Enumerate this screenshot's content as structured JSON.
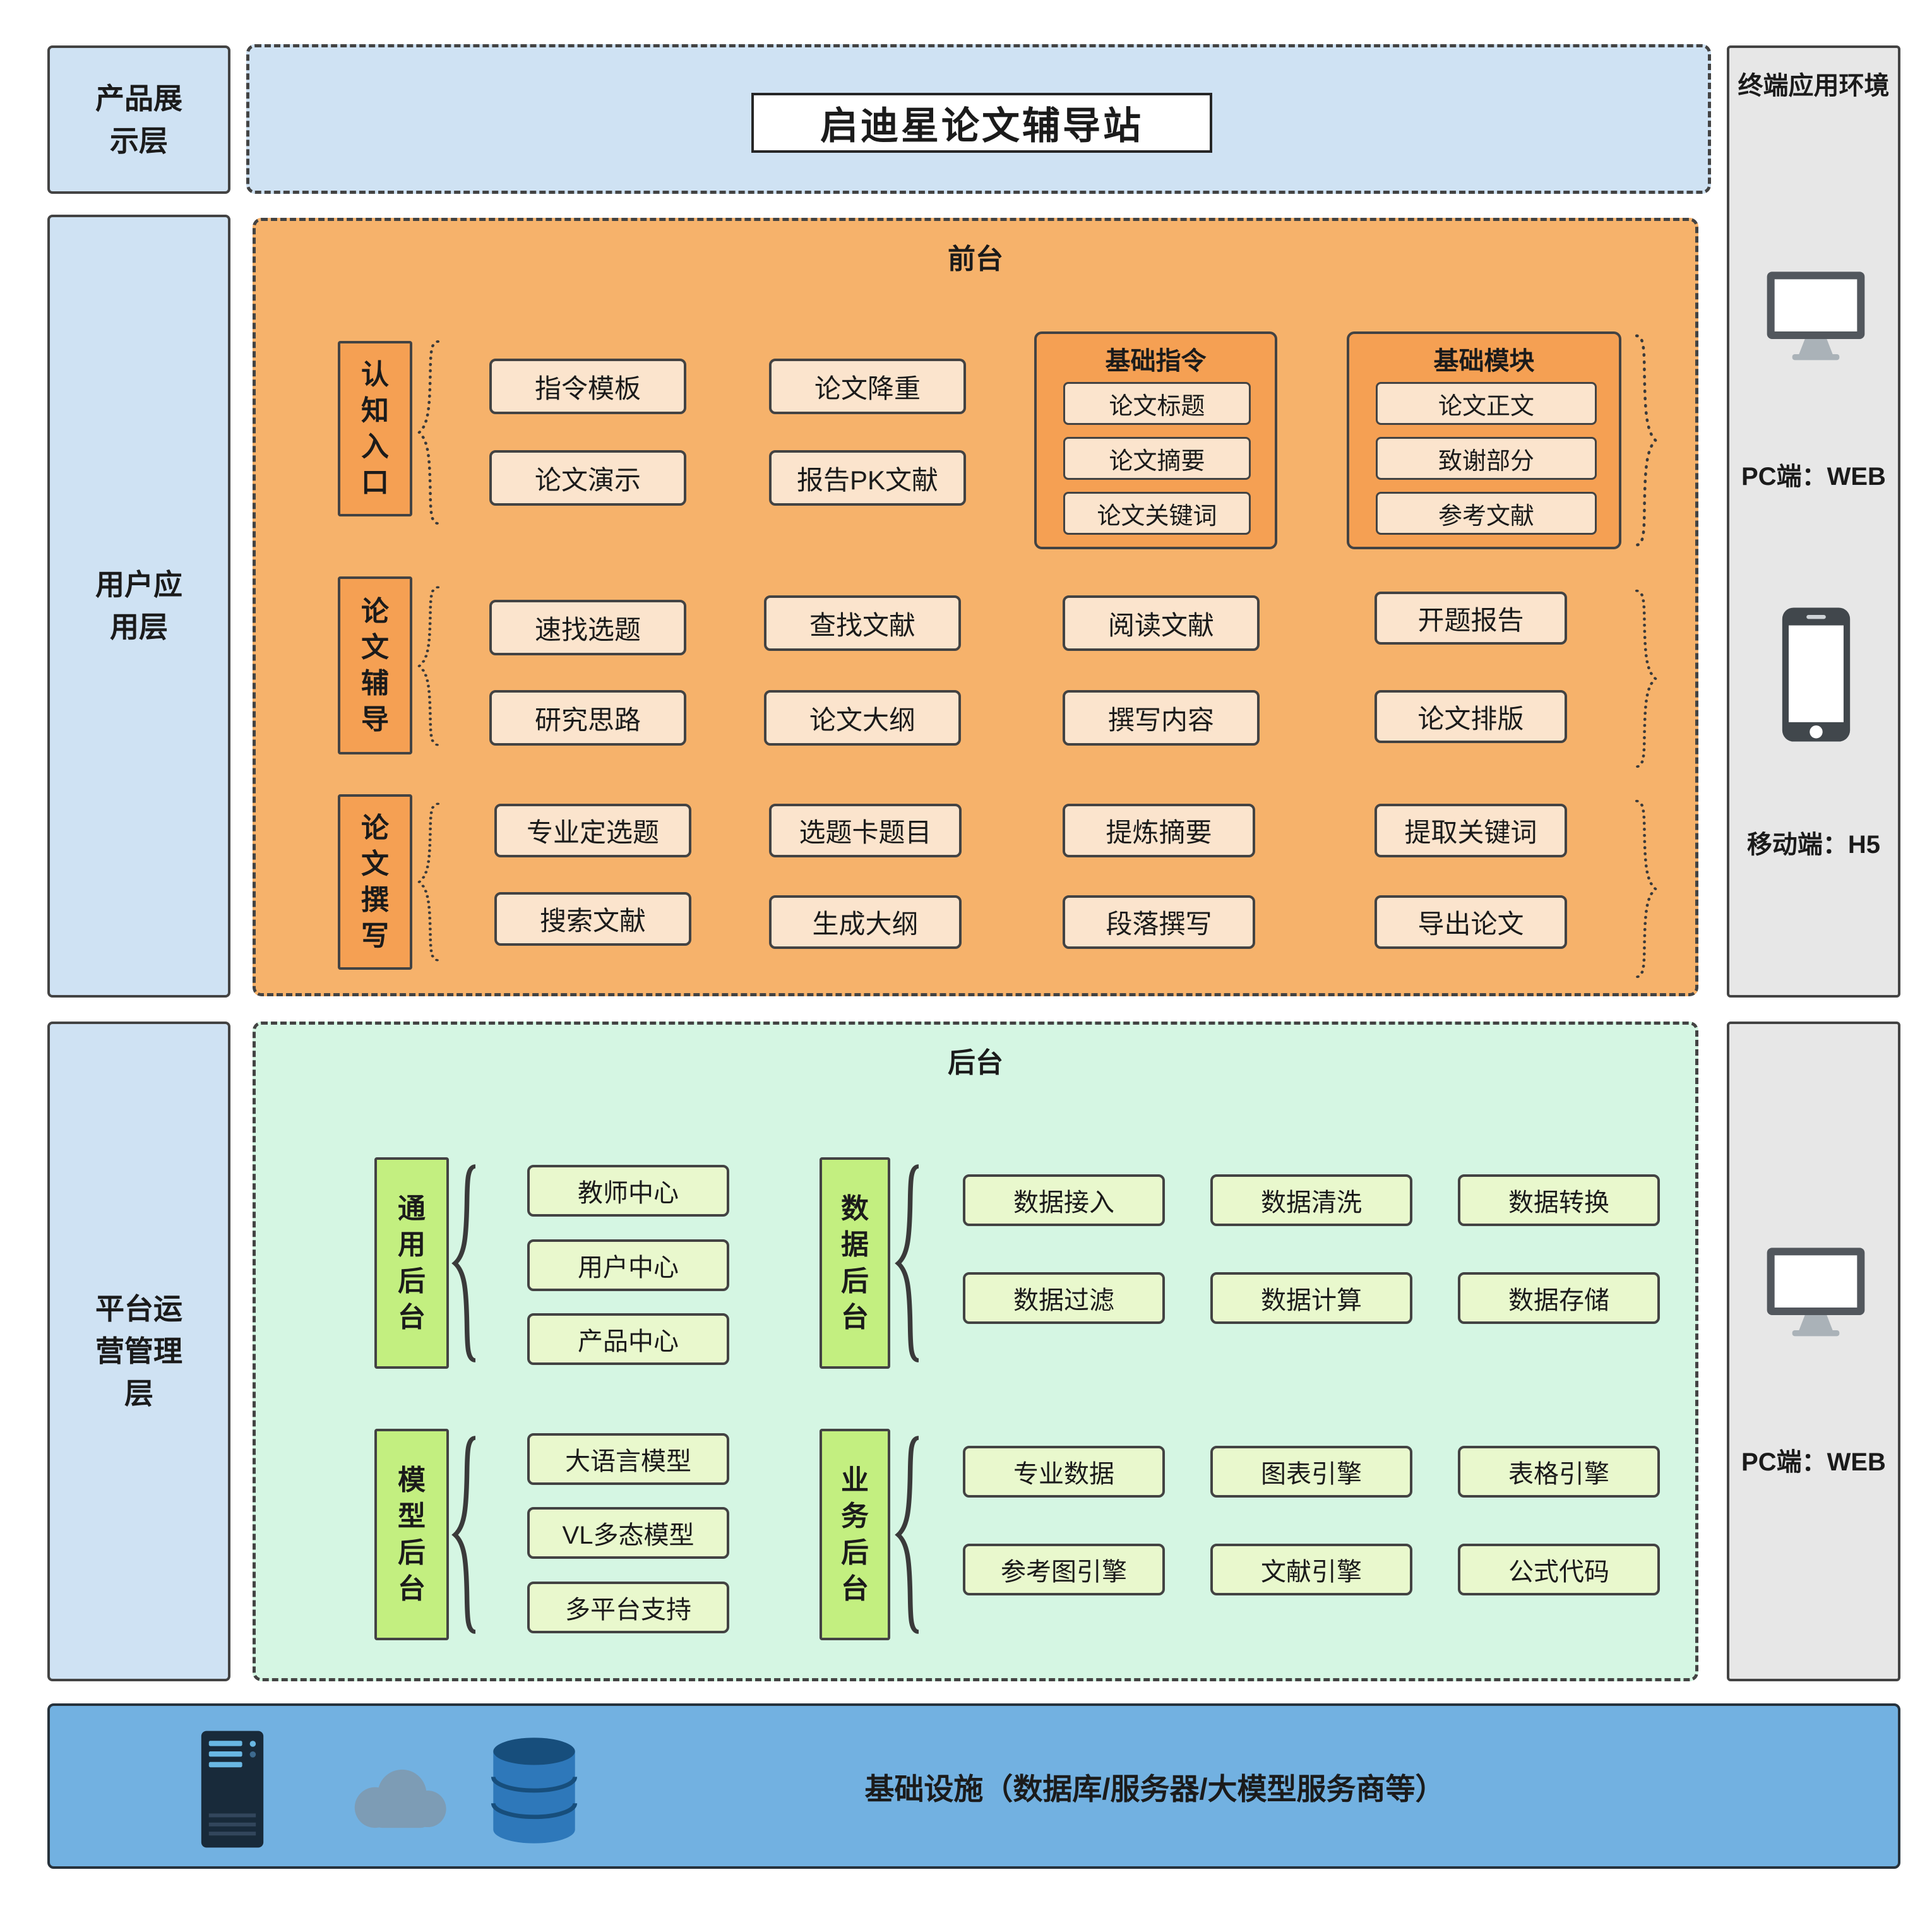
{
  "colors": {
    "layer_blue": "#cfe2f3",
    "frontend_orange": "#f6b26b",
    "frontend_label_orange": "#f5a053",
    "node_cream": "#fbe4cd",
    "backend_green": "#d5f6e3",
    "backend_label_green": "#c3ef80",
    "backend_node_green": "#e9f8cd",
    "panel_gray": "#e7e7e7",
    "infra_blue": "#72b1e1"
  },
  "layers": {
    "product_display": "产品展\n示层",
    "user_application": "用户应\n用层",
    "platform_operations": "平台运\n营管理\n层"
  },
  "banner": {
    "title": "启迪星论文辅导站"
  },
  "frontend": {
    "title": "前台",
    "row1": {
      "label": "认\n知\n入\n口",
      "items": [
        "指令模板",
        "论文演示",
        "论文降重",
        "报告PK文献"
      ],
      "basic_commands": {
        "title": "基础指令",
        "items": [
          "论文标题",
          "论文摘要",
          "论文关键词"
        ]
      },
      "basic_modules": {
        "title": "基础模块",
        "items": [
          "论文正文",
          "致谢部分",
          "参考文献"
        ]
      }
    },
    "row2": {
      "label": "论\n文\n辅\n导",
      "items": [
        "速找选题",
        "研究思路",
        "查找文献",
        "论文大纲",
        "阅读文献",
        "撰写内容",
        "开题报告",
        "论文排版"
      ]
    },
    "row3": {
      "label": "论\n文\n撰\n写",
      "items": [
        "专业定选题",
        "搜索文献",
        "选题卡题目",
        "生成大纲",
        "提炼摘要",
        "段落撰写",
        "提取关键词",
        "导出论文"
      ]
    }
  },
  "backend": {
    "title": "后台",
    "general": {
      "label": "通\n用\n后\n台",
      "items": [
        "教师中心",
        "用户中心",
        "产品中心"
      ]
    },
    "data": {
      "label": "数\n据\n后\n台",
      "items": [
        "数据接入",
        "数据清洗",
        "数据转换",
        "数据过滤",
        "数据计算",
        "数据存储"
      ]
    },
    "model": {
      "label": "模\n型\n后\n台",
      "items": [
        "大语言模型",
        "VL多态模型",
        "多平台支持"
      ]
    },
    "business": {
      "label": "业\n务\n后\n台",
      "items": [
        "专业数据",
        "图表引擎",
        "表格引擎",
        "参考图引擎",
        "文献引擎",
        "公式代码"
      ]
    }
  },
  "terminal": {
    "title": "终端应用环境",
    "top": {
      "pc": "PC端：WEB",
      "mobile": "移动端：H5"
    },
    "bottom": {
      "pc": "PC端：WEB"
    }
  },
  "infrastructure": {
    "label": "基础设施（数据库/服务器/大模型服务商等）"
  }
}
